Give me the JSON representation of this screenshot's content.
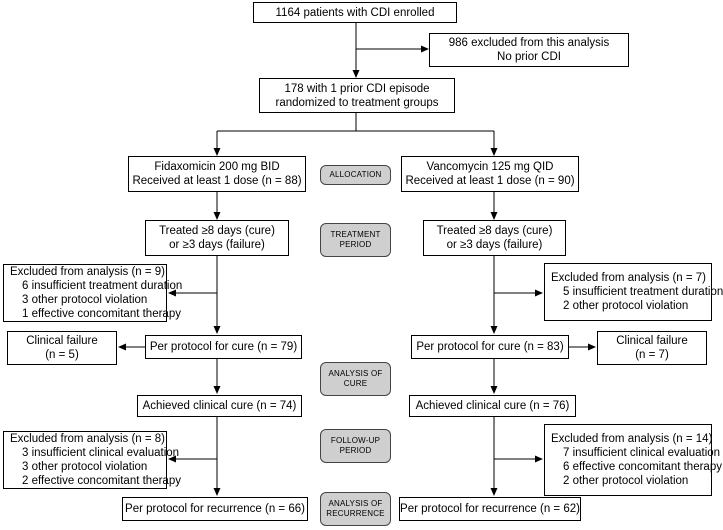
{
  "enrolled": "1164 patients with CDI enrolled",
  "excluded_top": [
    "986 excluded from this analysis",
    "No prior CDI"
  ],
  "randomized": [
    "178 with 1 prior CDI episode",
    "randomized to treatment groups"
  ],
  "stages": {
    "allocation": [
      "ALLOCATION"
    ],
    "treatment": [
      "TREATMENT",
      "PERIOD"
    ],
    "analysis_cure": [
      "ANALYSIS OF",
      "CURE"
    ],
    "followup": [
      "FOLLOW-UP",
      "PERIOD"
    ],
    "analysis_recurrence": [
      "ANALYSIS OF",
      "RECURRENCE"
    ]
  },
  "left": {
    "arm": [
      "Fidaxomicin 200 mg BID",
      "Received at least 1 dose (n = 88)"
    ],
    "treated": [
      "Treated ≥8 days (cure)",
      "or ≥3 days (failure)"
    ],
    "excluded1": {
      "title": "Excluded from analysis (n = 9)",
      "items": [
        "6 insufficient treatment duration",
        "3 other protocol violation",
        "1 effective concomitant therapy"
      ]
    },
    "clinical_failure": [
      "Clinical failure",
      "(n = 5)"
    ],
    "per_protocol_cure": "Per protocol for cure (n = 79)",
    "achieved_cure": "Achieved clinical cure (n = 74)",
    "excluded2": {
      "title": "Excluded from analysis (n = 8)",
      "items": [
        "3 insufficient clinical evaluation",
        "3 other protocol violation",
        "2 effective concomitant therapy"
      ]
    },
    "per_protocol_recurrence": "Per protocol for recurrence (n = 66)"
  },
  "right": {
    "arm": [
      "Vancomycin 125 mg QID",
      "Received at least 1 dose (n = 90)"
    ],
    "treated": [
      "Treated ≥8 days (cure)",
      "or ≥3 days (failure)"
    ],
    "excluded1": {
      "title": "Excluded from analysis (n = 7)",
      "items": [
        "5 insufficient treatment duration",
        "2 other protocol violation"
      ]
    },
    "clinical_failure": [
      "Clinical failure",
      "(n = 7)"
    ],
    "per_protocol_cure": "Per protocol for cure (n = 83)",
    "achieved_cure": "Achieved clinical cure (n = 76)",
    "excluded2": {
      "title": "Excluded from analysis (n = 14)",
      "items": [
        "7 insufficient clinical evaluation",
        "6 effective concomitant therapy",
        "2 other protocol violation"
      ]
    },
    "per_protocol_recurrence": "Per protocol for recurrence (n = 62)"
  }
}
